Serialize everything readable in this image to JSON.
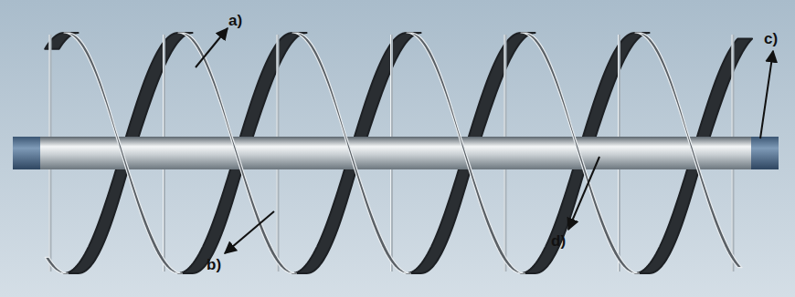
{
  "diagram": {
    "labels": [
      "a)",
      "c)",
      "b)",
      "d)"
    ]
  }
}
